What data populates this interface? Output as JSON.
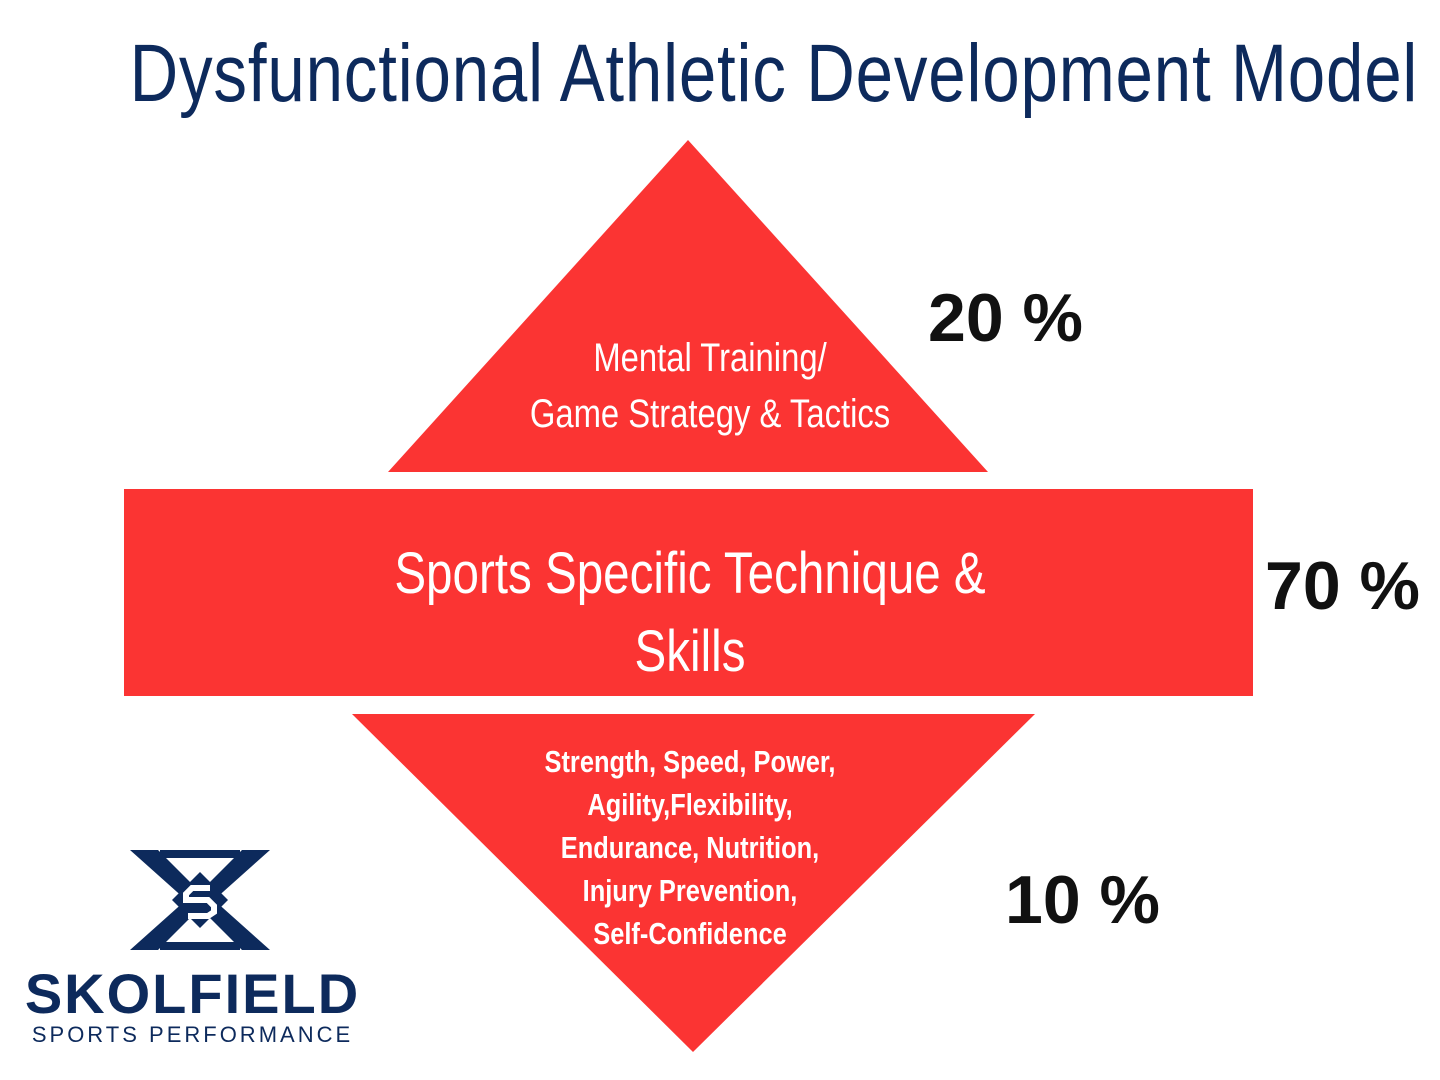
{
  "title": "Dysfunctional Athletic Development Model",
  "colors": {
    "title": "#0d2a5c",
    "shape_fill": "#fb3433",
    "label_text": "#ffffff",
    "percent_text": "#111111",
    "logo": "#0d2a5c"
  },
  "diagram": {
    "top": {
      "label_lines": [
        "Mental Training/",
        "Game Strategy & Tactics"
      ],
      "percent": "20 %"
    },
    "middle": {
      "label_lines": [
        "Sports Specific Technique &",
        "Skills"
      ],
      "percent": "70 %"
    },
    "bottom": {
      "label_lines": [
        "Strength, Speed, Power,",
        "Agility,Flexibility,",
        "Endurance, Nutrition,",
        "Injury Prevention,",
        "Self-Confidence"
      ],
      "percent": "10 %"
    }
  },
  "logo": {
    "name": "SKOLFIELD",
    "tagline": "SPORTS PERFORMANCE",
    "icon": "skolfield-s-monogram-icon"
  }
}
